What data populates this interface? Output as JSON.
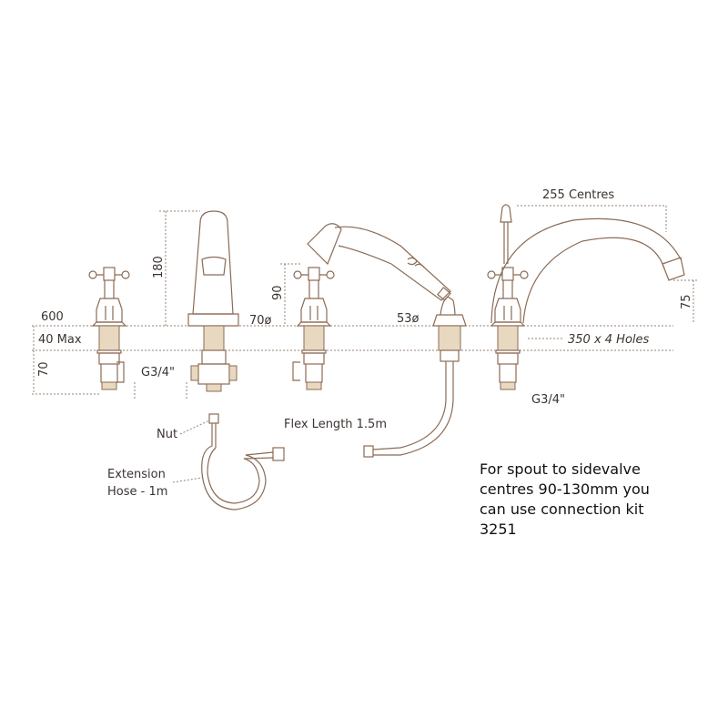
{
  "diagram": {
    "title_labels": {
      "handle_dia": "600",
      "deck_thickness": "40 Max",
      "below_deck": "70",
      "spout_height": "180",
      "spout_base_dia": "70ø",
      "valve_height": "90",
      "inlet_left": "G3/4\"",
      "shower_base_dia": "53ø",
      "holes": "350 x 4 Holes",
      "centres": "255 Centres",
      "spout_drop": "75",
      "inlet_right": "G3/4\"",
      "nut": "Nut",
      "extension_hose_line1": "Extension",
      "extension_hose_line2": "Hose - 1m",
      "flex_length": "Flex Length 1.5m"
    },
    "colors": {
      "line": "#8b6b55",
      "thread": "#e8d8c0"
    }
  },
  "note": {
    "lines": [
      "For spout to sidevalve",
      "centres 90-130mm you",
      "can use connection kit",
      "3251"
    ]
  }
}
